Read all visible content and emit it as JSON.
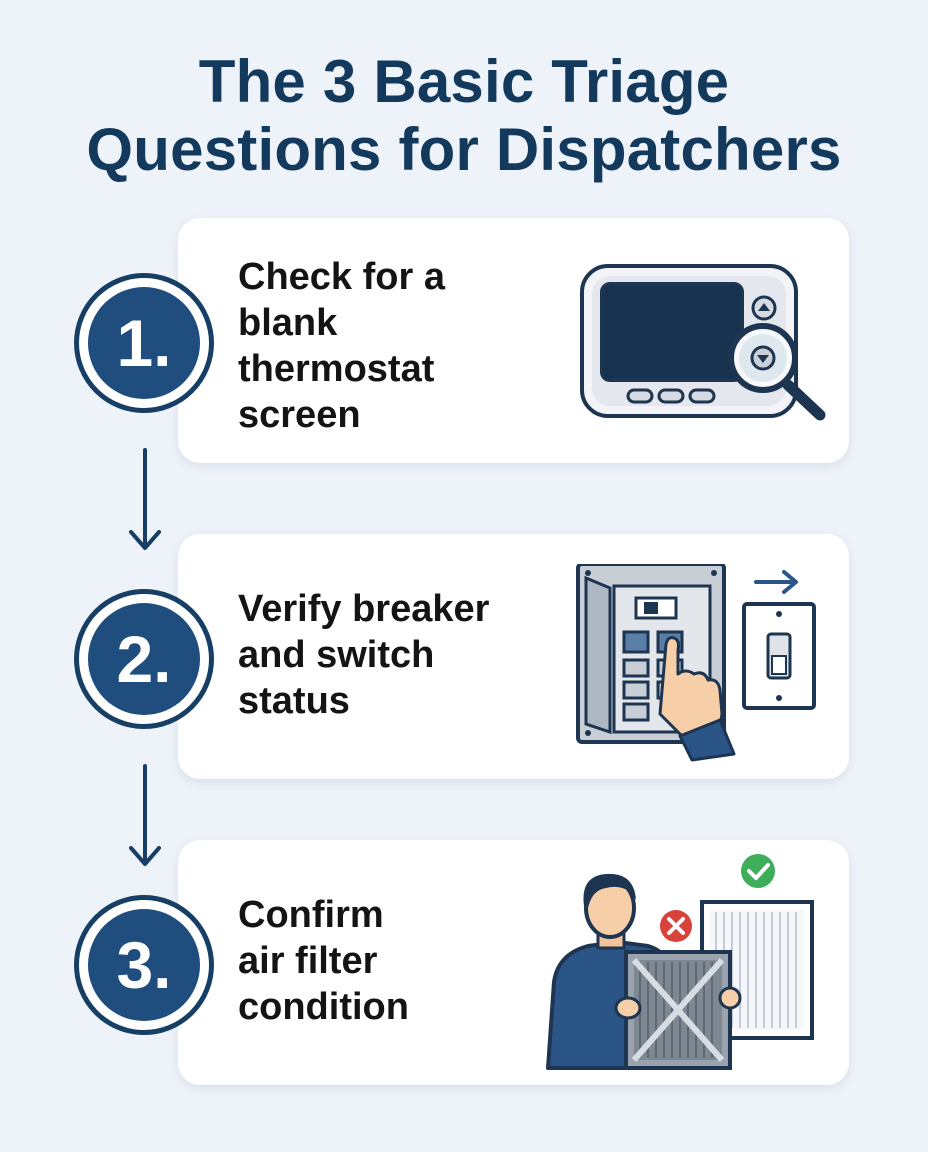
{
  "title": {
    "line1": "The 3 Basic Triage",
    "line2": "Questions for Dispatchers"
  },
  "steps": [
    {
      "number": "1.",
      "lines": [
        "Check for a",
        "blank",
        "thermostat",
        "screen"
      ],
      "illustration_icon": "thermostat-magnifier-icon"
    },
    {
      "number": "2.",
      "lines": [
        "Verify breaker",
        "and switch",
        "status"
      ],
      "illustration_icon": "breaker-panel-switch-icon"
    },
    {
      "number": "3.",
      "lines": [
        "Confirm",
        "air filter",
        "condition"
      ],
      "illustration_icon": "air-filter-person-icon"
    }
  ],
  "colors": {
    "background": "#eef3f9",
    "title": "#133a5c",
    "badge_fill": "#1e4d7e",
    "badge_ring": "#173f66",
    "text": "#141414",
    "check_green": "#3fae5a",
    "cross_red": "#d9423a"
  }
}
